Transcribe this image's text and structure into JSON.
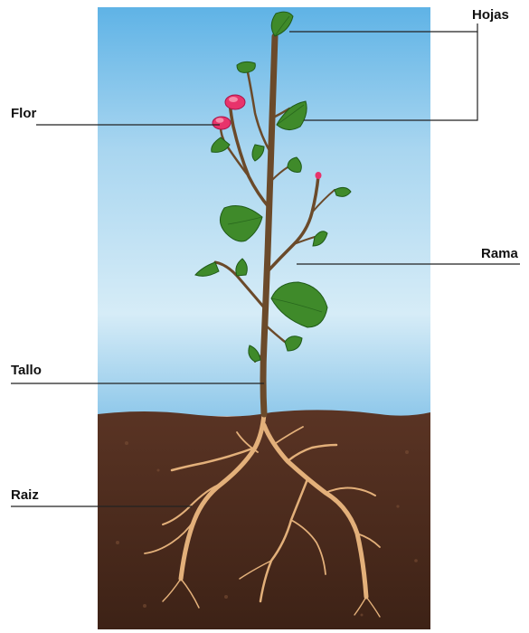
{
  "labels": {
    "hojas": "Hojas",
    "flor": "Flor",
    "rama": "Rama",
    "tallo": "Tallo",
    "raiz": "Raiz"
  },
  "colors": {
    "sky_top": "#5fb3e6",
    "sky_bottom": "#d8eef8",
    "soil": "#4a2a1c",
    "stem": "#6b4a2a",
    "leaf": "#3f8a2a",
    "leaf_dark": "#1f5a18",
    "flower": "#e8336b",
    "root": "#e3b07a",
    "leader_line": "#222222"
  }
}
